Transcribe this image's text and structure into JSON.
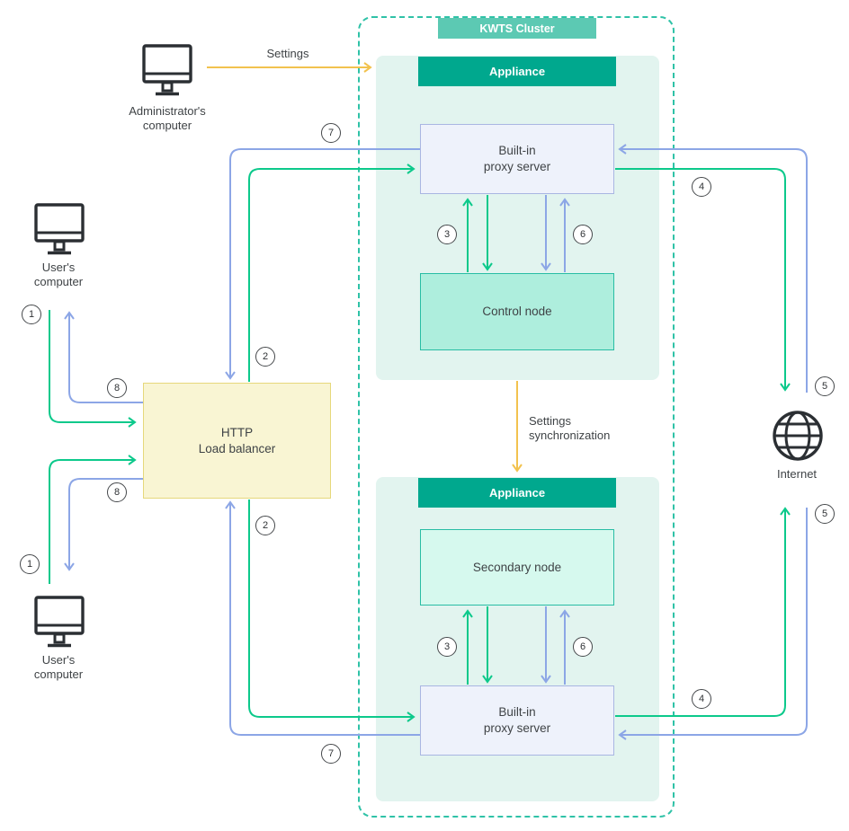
{
  "cluster": {
    "label": "KWTS Cluster"
  },
  "appliance_top": {
    "header": "Appliance",
    "proxy_line1": "Built-in",
    "proxy_line2": "proxy server",
    "node_label": "Control node"
  },
  "appliance_bottom": {
    "header": "Appliance",
    "proxy_line1": "Built-in",
    "proxy_line2": "proxy server",
    "node_label": "Secondary node"
  },
  "load_balancer": {
    "line1": "HTTP",
    "line2": "Load balancer"
  },
  "admin_computer": {
    "line1": "Administrator's",
    "line2": "computer"
  },
  "user_computer_top": {
    "line1": "User's",
    "line2": "computer"
  },
  "user_computer_bottom": {
    "line1": "User's",
    "line2": "computer"
  },
  "internet": {
    "label": "Internet"
  },
  "flows": {
    "settings_label": "Settings",
    "sync_label_line1": "Settings",
    "sync_label_line2": "synchronization"
  },
  "badges": [
    "7",
    "1",
    "8",
    "2",
    "3",
    "6",
    "4",
    "5",
    "5",
    "2",
    "8",
    "1",
    "3",
    "6",
    "4",
    "7"
  ],
  "colors": {
    "request-green": "#0cc98b",
    "response-blue": "#8ca6e6",
    "settings-yellow": "#f2c24e",
    "brand-teal": "#00a88e",
    "cluster-tag-teal": "#5cc9b3",
    "cluster-border-teal": "#2fc2a7",
    "appliance-bg": "#e2f4ef",
    "control-node-fill": "#aeeedd",
    "secondary-node-fill": "#d6f9ee",
    "node-border": "#28bda4",
    "proxy-fill": "#eef2fb",
    "proxy-border": "#a9b6e2",
    "balancer-fill": "#f9f5d3",
    "balancer-border": "#e6d87b",
    "icon-ink": "#2b2f33",
    "text-ink": "#3f4346"
  }
}
